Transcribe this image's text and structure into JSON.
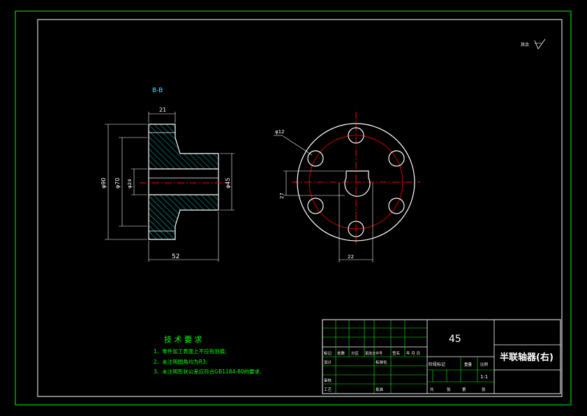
{
  "section": {
    "label": "B-B"
  },
  "dims": {
    "top_width": "21",
    "od": "φ90",
    "d2": "φ70",
    "d3": "φ24",
    "d4": "φ45",
    "length": "52",
    "hole": "φ12",
    "key_h": "27",
    "key_w": "22"
  },
  "roughness": {
    "label": "其余"
  },
  "tech_req": {
    "title": "技 术 要 求",
    "items": [
      "1、零件加工表面上不应有划痕;",
      "2、未注明圆角均为R3;",
      "3、未注明形状公差应符合GB1184-80的要求."
    ]
  },
  "title_block": {
    "material": "45",
    "part_name": "半联轴器(右)",
    "scale": "1:1",
    "labels": {
      "r1": [
        "标记",
        "处数",
        "分区",
        "更改文件号",
        "签名",
        "年 月 日"
      ],
      "design": "设计",
      "standard": "标准化",
      "review": "审核",
      "process": "工艺",
      "approve": "批准",
      "stage": "阶段标记",
      "weight": "重量",
      "scale_lbl": "比例",
      "sheet": [
        "共",
        "张",
        "第",
        "张"
      ]
    }
  },
  "colors": {
    "frame": "#00ff00",
    "line": "#ffffff",
    "center": "#ff0000",
    "hatch": "#00ffff",
    "text": "#00ff00"
  }
}
